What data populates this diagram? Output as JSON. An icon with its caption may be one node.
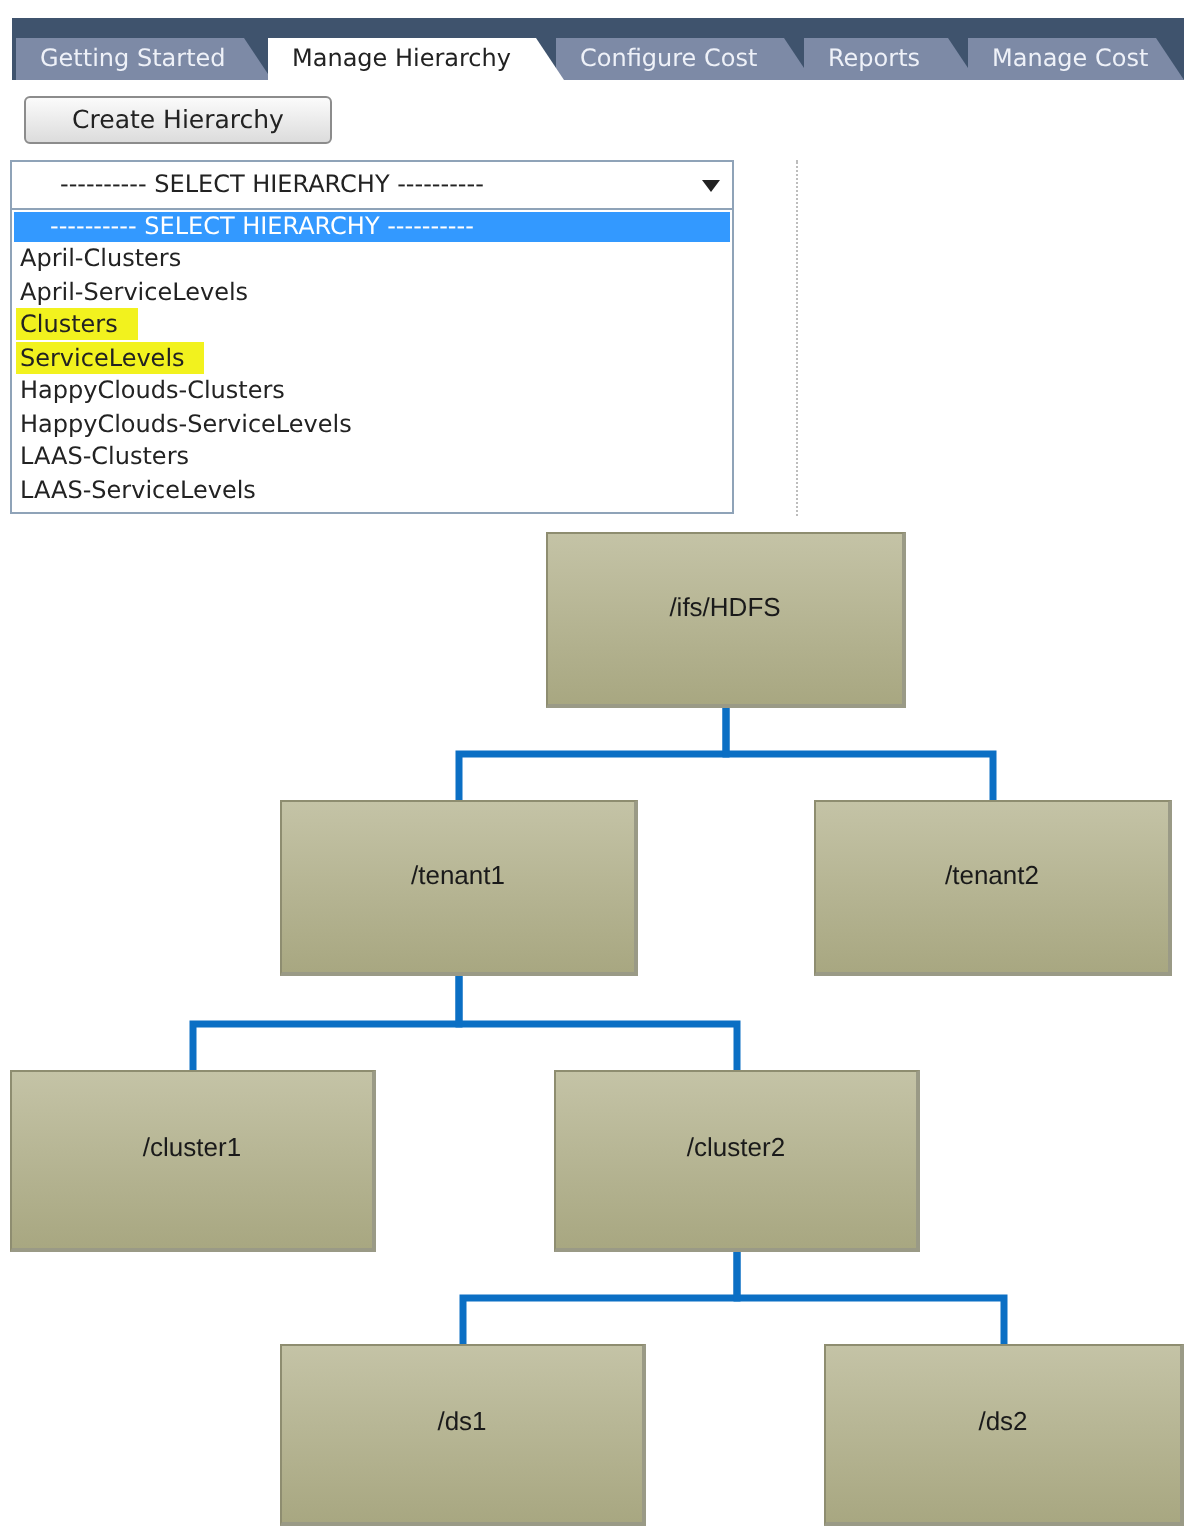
{
  "diagram": {
    "nodes": [
      {
        "text": [
          "/ifs/HDFS"
        ]
      },
      {
        "text": [
          "/tenant1"
        ]
      },
      {
        "text": [
          "/tenant2"
        ]
      },
      {
        "text": [
          "/cluster1"
        ]
      },
      {
        "text": [
          "/cluster2"
        ]
      },
      {
        "text": [
          "/ds1"
        ]
      },
      {
        "text": [
          "/ds2"
        ]
      }
    ],
    "edges": [
      {
        "from": 0,
        "to": 1,
        "arrow": "none"
      },
      {
        "from": 0,
        "to": 2,
        "arrow": "none"
      },
      {
        "from": 1,
        "to": 3,
        "arrow": "none"
      },
      {
        "from": 1,
        "to": 4,
        "arrow": "none"
      },
      {
        "from": 4,
        "to": 5,
        "arrow": "none"
      },
      {
        "from": 4,
        "to": 6,
        "arrow": "none"
      }
    ],
    "labels": [
      "Getting Started",
      "Manage Hierarchy",
      "Configure Cost",
      "Reports",
      "Manage Cost",
      "Create Hierarchy",
      "---------- SELECT HIERARCHY ----------",
      "---------- SELECT HIERARCHY ----------",
      "April-Clusters",
      "April-ServiceLevels",
      "Clusters",
      "ServiceLevels",
      "HappyClouds-Clusters",
      "HappyClouds-ServiceLevels",
      "LAAS-Clusters",
      "LAAS-ServiceLevels"
    ]
  }
}
